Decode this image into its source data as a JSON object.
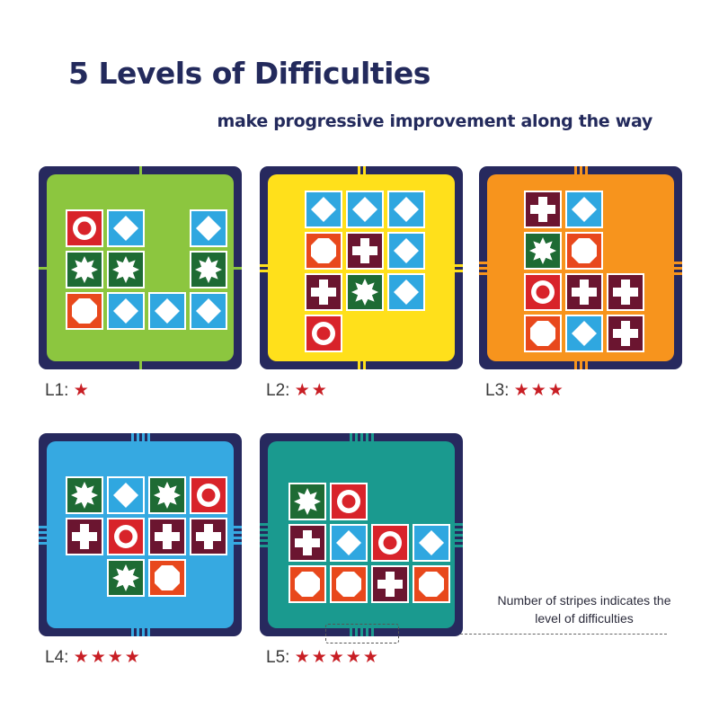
{
  "header": {
    "title": "5 Levels of Difficulties",
    "subtitle": "make progressive improvement along the way"
  },
  "colors": {
    "frame": "#27295e",
    "red": "#d8232a",
    "blue": "#2fa7e0",
    "green": "#1e6b34",
    "maroon": "#6b1530",
    "orange": "#e8481c",
    "star": "#c81e24"
  },
  "levels": [
    {
      "label": "L1:",
      "stars": "★",
      "card_color": "#8cc63f",
      "tiles": [
        [
          0,
          0,
          "red",
          "ring-icon"
        ],
        [
          1,
          0,
          "blue",
          "diamond-icon"
        ],
        [
          3,
          0,
          "blue",
          "diamond-icon"
        ],
        [
          0,
          1,
          "green",
          "starburst-icon"
        ],
        [
          1,
          1,
          "green",
          "starburst-icon"
        ],
        [
          3,
          1,
          "green",
          "starburst-icon"
        ],
        [
          0,
          2,
          "orange",
          "octagon-icon"
        ],
        [
          1,
          2,
          "blue",
          "diamond-icon"
        ],
        [
          2,
          2,
          "blue",
          "diamond-icon"
        ],
        [
          3,
          2,
          "blue",
          "diamond-icon"
        ]
      ]
    },
    {
      "label": "L2:",
      "stars": "★★",
      "card_color": "#ffe01b",
      "tiles": [
        [
          0,
          0,
          "blue",
          "diamond-icon"
        ],
        [
          1,
          0,
          "blue",
          "diamond-icon"
        ],
        [
          2,
          0,
          "blue",
          "diamond-icon"
        ],
        [
          0,
          1,
          "orange",
          "octagon-icon"
        ],
        [
          1,
          1,
          "maroon",
          "cross-icon"
        ],
        [
          2,
          1,
          "blue",
          "diamond-icon"
        ],
        [
          0,
          2,
          "maroon",
          "cross-icon"
        ],
        [
          1,
          2,
          "green",
          "starburst-icon"
        ],
        [
          2,
          2,
          "blue",
          "diamond-icon"
        ],
        [
          0,
          3,
          "red",
          "ring-icon"
        ]
      ]
    },
    {
      "label": "L3:",
      "stars": "★★★",
      "card_color": "#f7941d",
      "tiles": [
        [
          0,
          0,
          "maroon",
          "cross-icon"
        ],
        [
          1,
          0,
          "blue",
          "diamond-icon"
        ],
        [
          0,
          1,
          "green",
          "starburst-icon"
        ],
        [
          1,
          1,
          "orange",
          "octagon-icon"
        ],
        [
          0,
          2,
          "red",
          "ring-icon"
        ],
        [
          1,
          2,
          "maroon",
          "cross-icon"
        ],
        [
          2,
          2,
          "maroon",
          "cross-icon"
        ],
        [
          0,
          3,
          "orange",
          "octagon-icon"
        ],
        [
          1,
          3,
          "blue",
          "diamond-icon"
        ],
        [
          2,
          3,
          "maroon",
          "cross-icon"
        ]
      ]
    },
    {
      "label": "L4:",
      "stars": "★★★★",
      "card_color": "#36a9e1",
      "tiles": [
        [
          0,
          0,
          "green",
          "starburst-icon"
        ],
        [
          1,
          0,
          "blue",
          "diamond-icon"
        ],
        [
          2,
          0,
          "green",
          "starburst-icon"
        ],
        [
          3,
          0,
          "red",
          "ring-icon"
        ],
        [
          0,
          1,
          "maroon",
          "cross-icon"
        ],
        [
          1,
          1,
          "red",
          "ring-icon"
        ],
        [
          2,
          1,
          "maroon",
          "cross-icon"
        ],
        [
          3,
          1,
          "maroon",
          "cross-icon"
        ],
        [
          1,
          2,
          "green",
          "starburst-icon"
        ],
        [
          2,
          2,
          "orange",
          "octagon-icon"
        ]
      ]
    },
    {
      "label": "L5:",
      "stars": "★★★★★",
      "card_color": "#1a9a8f",
      "tiles": [
        [
          0,
          0,
          "green",
          "starburst-icon"
        ],
        [
          1,
          0,
          "red",
          "ring-icon"
        ],
        [
          0,
          1,
          "maroon",
          "cross-icon"
        ],
        [
          1,
          1,
          "blue",
          "diamond-icon"
        ],
        [
          2,
          1,
          "red",
          "ring-icon"
        ],
        [
          3,
          1,
          "blue",
          "diamond-icon"
        ],
        [
          0,
          2,
          "orange",
          "octagon-icon"
        ],
        [
          1,
          2,
          "orange",
          "octagon-icon"
        ],
        [
          2,
          2,
          "maroon",
          "cross-icon"
        ],
        [
          3,
          2,
          "orange",
          "octagon-icon"
        ]
      ]
    }
  ],
  "annotation": {
    "line1": "Number of stripes indicates the",
    "line2": "level of difficulties"
  }
}
